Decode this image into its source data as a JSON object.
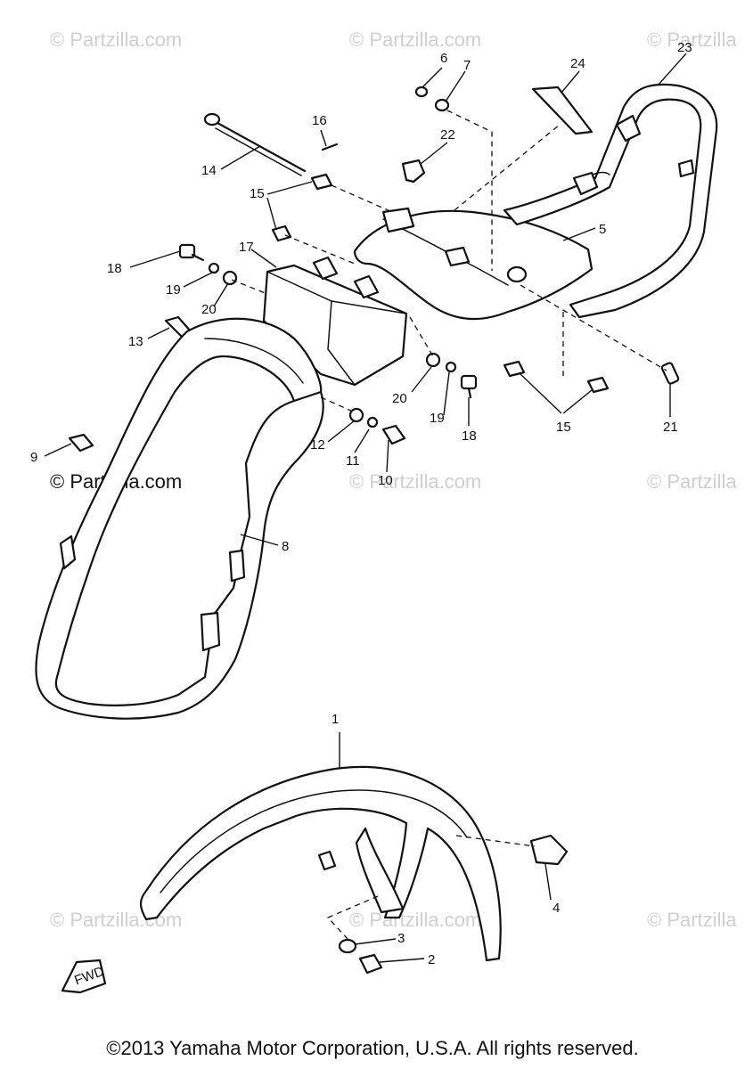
{
  "watermark_text": "© Partzilla.com",
  "watermarks": [
    {
      "id": "wm-1",
      "text": "© Partzilla.com",
      "tone": "faint"
    },
    {
      "id": "wm-2",
      "text": "© Partzilla.com",
      "tone": "faint"
    },
    {
      "id": "wm-3",
      "text": "© Partzilla",
      "tone": "faint"
    },
    {
      "id": "wm-4",
      "text": "© Partzilla.com",
      "tone": "dark"
    },
    {
      "id": "wm-5",
      "text": "© Partzilla.com",
      "tone": "faint"
    },
    {
      "id": "wm-6",
      "text": "© Partzilla",
      "tone": "faint"
    },
    {
      "id": "wm-7",
      "text": "© Partzilla.com",
      "tone": "faint"
    },
    {
      "id": "wm-8",
      "text": "© Partzilla.com",
      "tone": "faint"
    },
    {
      "id": "wm-9",
      "text": "© Partzilla",
      "tone": "faint"
    }
  ],
  "callouts": [
    "1",
    "2",
    "3",
    "4",
    "5",
    "6",
    "7",
    "8",
    "9",
    "10",
    "11",
    "12",
    "13",
    "14",
    "15",
    "15b",
    "16",
    "17",
    "18",
    "18b",
    "19",
    "19b",
    "20",
    "20b",
    "21",
    "22",
    "23",
    "24"
  ],
  "callout_labels": {
    "1": "1",
    "2": "2",
    "3": "3",
    "4": "4",
    "5": "5",
    "6": "6",
    "7": "7",
    "8": "8",
    "9": "9",
    "10": "10",
    "11": "11",
    "12": "12",
    "13": "13",
    "14": "14",
    "15": "15",
    "15b": "15",
    "16": "16",
    "17": "17",
    "18": "18",
    "18b": "18",
    "19": "19",
    "19b": "19",
    "20": "20",
    "20b": "20",
    "21": "21",
    "22": "22",
    "23": "23",
    "24": "24"
  },
  "fwd_label": "FWD",
  "copyright": "©2013 Yamaha Motor Corporation, U.S.A. All rights reserved."
}
